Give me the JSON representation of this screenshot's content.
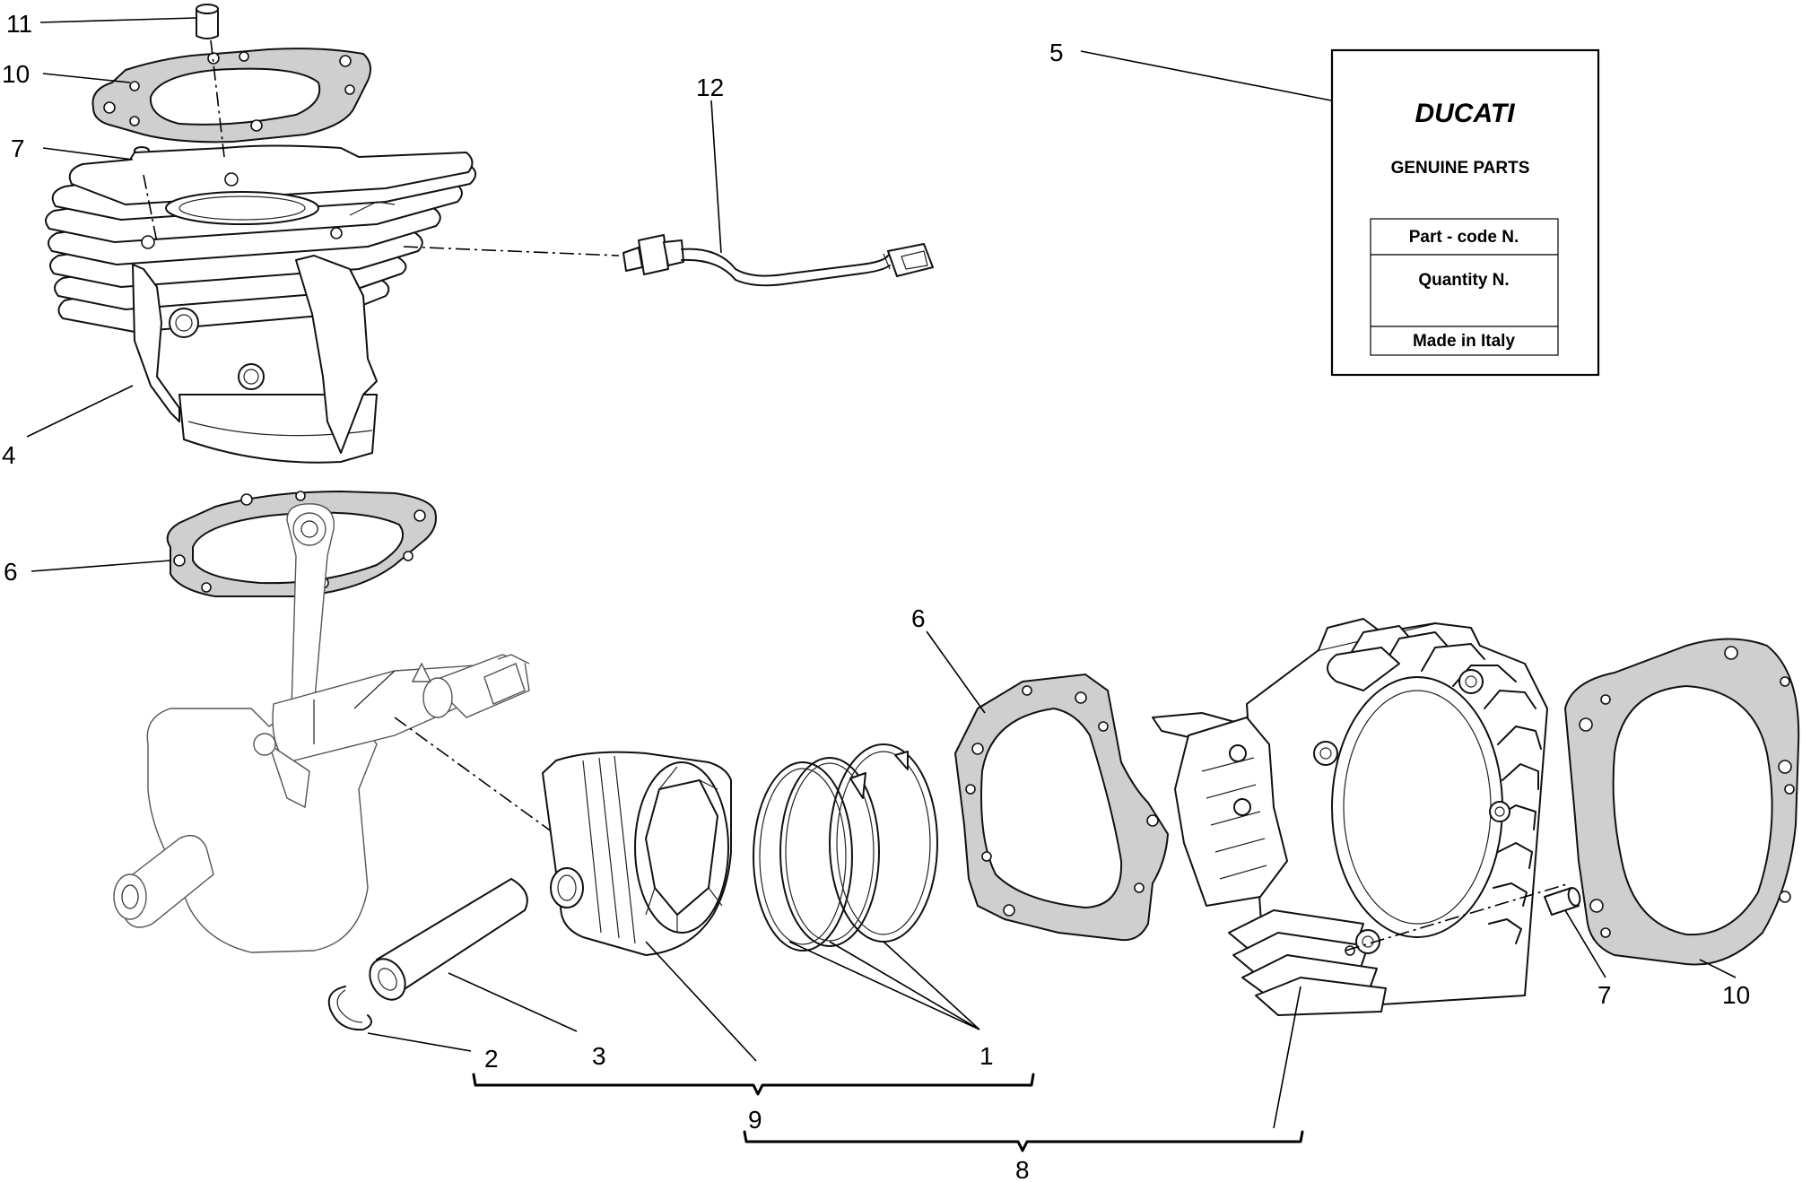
{
  "callouts": {
    "c11": "11",
    "c10_top": "10",
    "c7_top": "7",
    "c4": "4",
    "c6_left": "6",
    "c12": "12",
    "c5": "5",
    "c6_right": "6",
    "c2": "2",
    "c3": "3",
    "c1": "1",
    "c9": "9",
    "c8": "8",
    "c7_right": "7",
    "c10_right": "10"
  },
  "parts_label": {
    "brand": "DUCATI",
    "heading": "GENUINE PARTS",
    "part_code": "Part - code N.",
    "quantity": "Quantity N.",
    "origin": "Made in Italy"
  }
}
